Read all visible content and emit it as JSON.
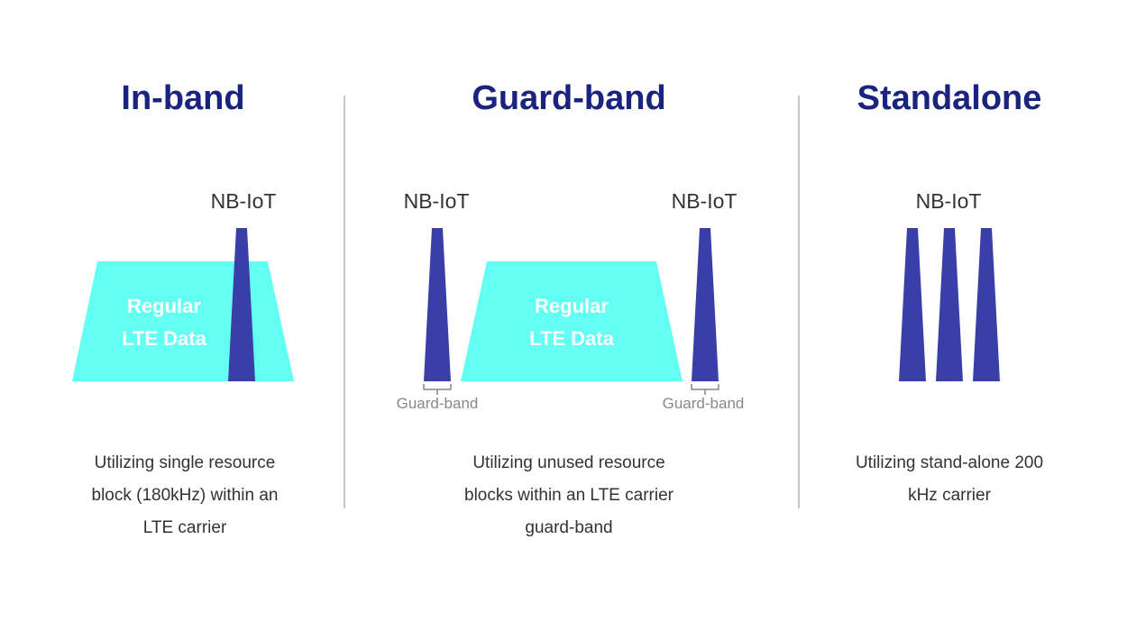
{
  "colors": {
    "title": "#1a237e",
    "text": "#333333",
    "lte": "#63fff2",
    "lte_text": "#ffffff",
    "nbiot": "#3a3fa8",
    "divider": "#c8c8c8",
    "guard": "#888888"
  },
  "panels": {
    "inband": {
      "title": "In-band",
      "nb_label": "NB-IoT",
      "lte_line1": "Regular",
      "lte_line2": "LTE Data",
      "description": [
        "Utilizing single resource",
        "block (180kHz) within an",
        "LTE carrier"
      ]
    },
    "guardband": {
      "title": "Guard-band",
      "nb_label_left": "NB-IoT",
      "nb_label_right": "NB-IoT",
      "lte_line1": "Regular",
      "lte_line2": "LTE Data",
      "guard_label_left": "Guard-band",
      "guard_label_right": "Guard-band",
      "description": [
        "Utilizing unused resource",
        "blocks within an LTE carrier",
        "guard-band"
      ]
    },
    "standalone": {
      "title": "Standalone",
      "nb_label": "NB-IoT",
      "description": [
        "Utilizing stand-alone 200",
        "kHz carrier"
      ]
    }
  }
}
